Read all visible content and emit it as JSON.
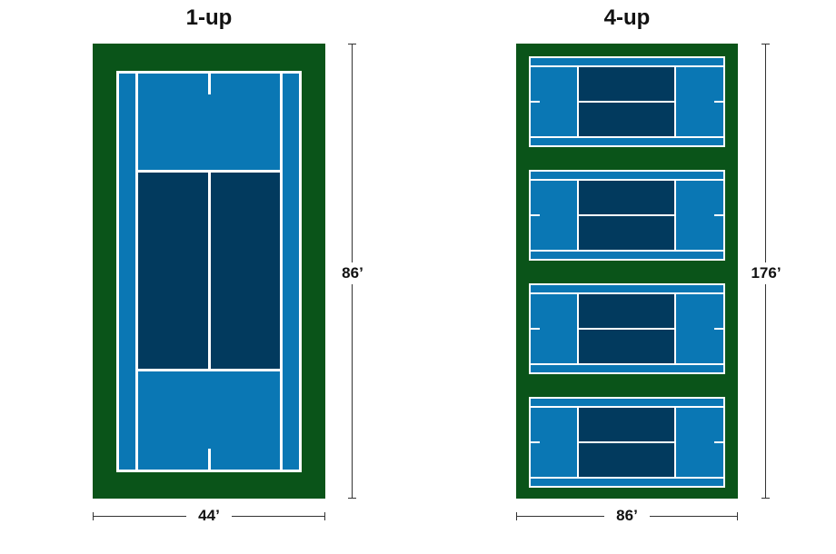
{
  "colors": {
    "surround": "#0a5419",
    "outer_court": "#0a77b4",
    "inner_court": "#023a5e",
    "line": "#ffffff"
  },
  "single": {
    "title": "1-up",
    "width_label": "44’",
    "height_label": "86’"
  },
  "quad": {
    "title": "4-up",
    "width_label": "86’",
    "height_label": "176’",
    "court_count": 4
  }
}
